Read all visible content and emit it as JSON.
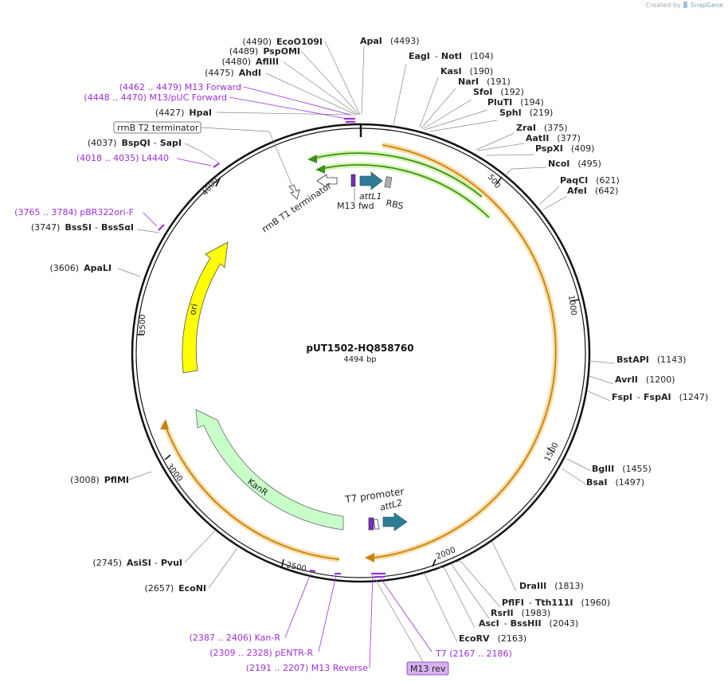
{
  "credit": {
    "prefix": "Created by",
    "brand": "SnapGene"
  },
  "plasmid": {
    "name": "pUT1502-HQ858760",
    "length": 4494,
    "length_label": "4494 bp"
  },
  "ticks": [
    "500",
    "1000",
    "1500",
    "2000",
    "2500",
    "3000",
    "3500",
    "4000"
  ],
  "features": [
    {
      "name": "rrnB T2 terminator",
      "type": "terminator",
      "boxed": true
    },
    {
      "name": "rrnB T1 terminator",
      "type": "terminator"
    },
    {
      "name": "M13 fwd",
      "type": "primer_bind"
    },
    {
      "name": "attL1",
      "type": "att"
    },
    {
      "name": "RBS",
      "type": "rbs"
    },
    {
      "name": "ori",
      "type": "rep_origin",
      "color": "#ffff00"
    },
    {
      "name": "KanR",
      "type": "cds",
      "color": "#c8ffc8"
    },
    {
      "name": "T7 promoter",
      "type": "promoter"
    },
    {
      "name": "attL2",
      "type": "att"
    }
  ],
  "sites": [
    {
      "kind": "enzyme",
      "pos": "(4490)",
      "name": "EcoO109I"
    },
    {
      "kind": "enzyme",
      "pos": "(4489)",
      "name": "PspOMI"
    },
    {
      "kind": "enzyme",
      "pos": "(4480)",
      "name": "AflIII"
    },
    {
      "kind": "enzyme",
      "pos": "(4475)",
      "name": "AhdI"
    },
    {
      "kind": "primer",
      "text": "(4462 .. 4479)  M13 Forward"
    },
    {
      "kind": "primer",
      "text": "(4448 .. 4470)  M13/pUC Forward"
    },
    {
      "kind": "enzyme",
      "pos": "(4427)",
      "name": "HpaI"
    },
    {
      "kind": "enzyme",
      "pos": "(4037)",
      "name": "BspQI",
      "name2": "SapI"
    },
    {
      "kind": "primer",
      "text": "(4018 .. 4035)  L4440"
    },
    {
      "kind": "primer",
      "text": "(3765 .. 3784)  pBR322ori-F"
    },
    {
      "kind": "enzyme",
      "pos": "(3747)",
      "name": "BssSI",
      "name2": "BssSαI"
    },
    {
      "kind": "enzyme",
      "pos": "(3606)",
      "name": "ApaLI"
    },
    {
      "kind": "enzyme",
      "pos": "(3008)",
      "name": "PflMI"
    },
    {
      "kind": "enzyme",
      "pos": "(2745)",
      "name": "AsiSI",
      "name2": "PvuI"
    },
    {
      "kind": "enzyme",
      "pos": "(2657)",
      "name": "EcoNI"
    },
    {
      "kind": "primer",
      "text": "(2387 .. 2406)  Kan-R"
    },
    {
      "kind": "primer",
      "text": "(2309 .. 2328)  pENTR-R"
    },
    {
      "kind": "primer",
      "text": "(2191 .. 2207)  M13 Reverse"
    },
    {
      "kind": "enzyme",
      "name": "ApaI",
      "pos": "(4493)"
    },
    {
      "kind": "enzyme",
      "name": "EagI",
      "name2": "NotI",
      "pos": "(104)"
    },
    {
      "kind": "enzyme",
      "name": "KasI",
      "pos": "(190)"
    },
    {
      "kind": "enzyme",
      "name": "NarI",
      "pos": "(191)"
    },
    {
      "kind": "enzyme",
      "name": "SfoI",
      "pos": "(192)"
    },
    {
      "kind": "enzyme",
      "name": "PluTI",
      "pos": "(194)"
    },
    {
      "kind": "enzyme",
      "name": "SphI",
      "pos": "(219)"
    },
    {
      "kind": "enzyme",
      "name": "ZraI",
      "pos": "(375)"
    },
    {
      "kind": "enzyme",
      "name": "AatII",
      "pos": "(377)"
    },
    {
      "kind": "enzyme",
      "name": "PspXI",
      "pos": "(409)"
    },
    {
      "kind": "enzyme",
      "name": "NcoI",
      "pos": "(495)"
    },
    {
      "kind": "enzyme",
      "name": "PaqCI",
      "pos": "(621)"
    },
    {
      "kind": "enzyme",
      "name": "AfeI",
      "pos": "(642)"
    },
    {
      "kind": "enzyme",
      "name": "BstAPI",
      "pos": "(1143)"
    },
    {
      "kind": "enzyme",
      "name": "AvrII",
      "pos": "(1200)"
    },
    {
      "kind": "enzyme",
      "name": "FspI",
      "name2": "FspAI",
      "pos": "(1247)"
    },
    {
      "kind": "enzyme",
      "name": "BglII",
      "pos": "(1455)"
    },
    {
      "kind": "enzyme",
      "name": "BsaI",
      "pos": "(1497)"
    },
    {
      "kind": "enzyme",
      "name": "DraIII",
      "pos": "(1813)"
    },
    {
      "kind": "enzyme",
      "name": "PflFI",
      "name2": "Tth111I",
      "pos": "(1960)"
    },
    {
      "kind": "enzyme",
      "name": "RsrII",
      "pos": "(1983)"
    },
    {
      "kind": "enzyme",
      "name": "AscI",
      "name2": "BssHII",
      "pos": "(2043)"
    },
    {
      "kind": "enzyme",
      "name": "EcoRV",
      "pos": "(2163)"
    },
    {
      "kind": "primer",
      "text": "T7   (2167 .. 2186)"
    },
    {
      "kind": "primer_box",
      "text": "M13 rev"
    }
  ]
}
